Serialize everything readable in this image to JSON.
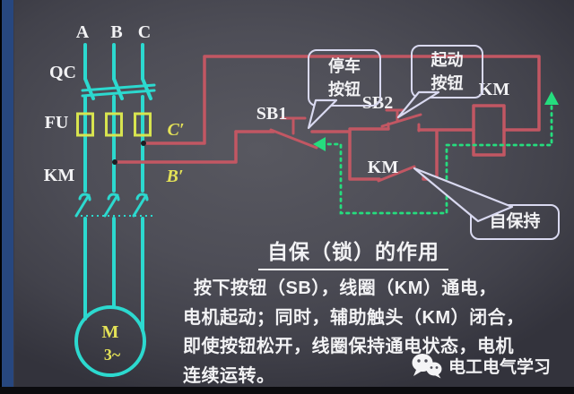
{
  "colors": {
    "background": "#50505a",
    "edge_navy": "#27477f",
    "wire_red": "#c25763",
    "circuit_cyan": "#2cd9cf",
    "dash_green": "#25dd7e",
    "fuse_yellow": "#d8e44f",
    "label_yellow": "#e4e257",
    "callout_white": "#d9d9f0",
    "text_white": "#f2f2f4"
  },
  "circuit": {
    "phases": [
      "A",
      "B",
      "C"
    ],
    "switch_label": "QC",
    "fuse_label": "FU",
    "contactor_label": "KM",
    "node_c": "C′",
    "node_b": "B′",
    "stop_button_label": "SB1",
    "start_button_label": "SB2",
    "coil_label": "KM",
    "aux_contact_label": "KM",
    "motor_letter": "M",
    "motor_phase": "3~"
  },
  "callouts": {
    "stop": [
      "停车",
      "按钮"
    ],
    "start": [
      "起动",
      "按钮"
    ],
    "selfhold": "自保持"
  },
  "caption": {
    "title": "自保（锁）的作用",
    "lines": [
      "按下按钮（SB），线圈（KM）通电，",
      "电机起动；同时，辅助触头（KM）闭合，",
      "即使按钮松开，线圈保持通电状态，电机",
      "连续运转。"
    ]
  },
  "watermark": {
    "label": "电工电气学习"
  }
}
